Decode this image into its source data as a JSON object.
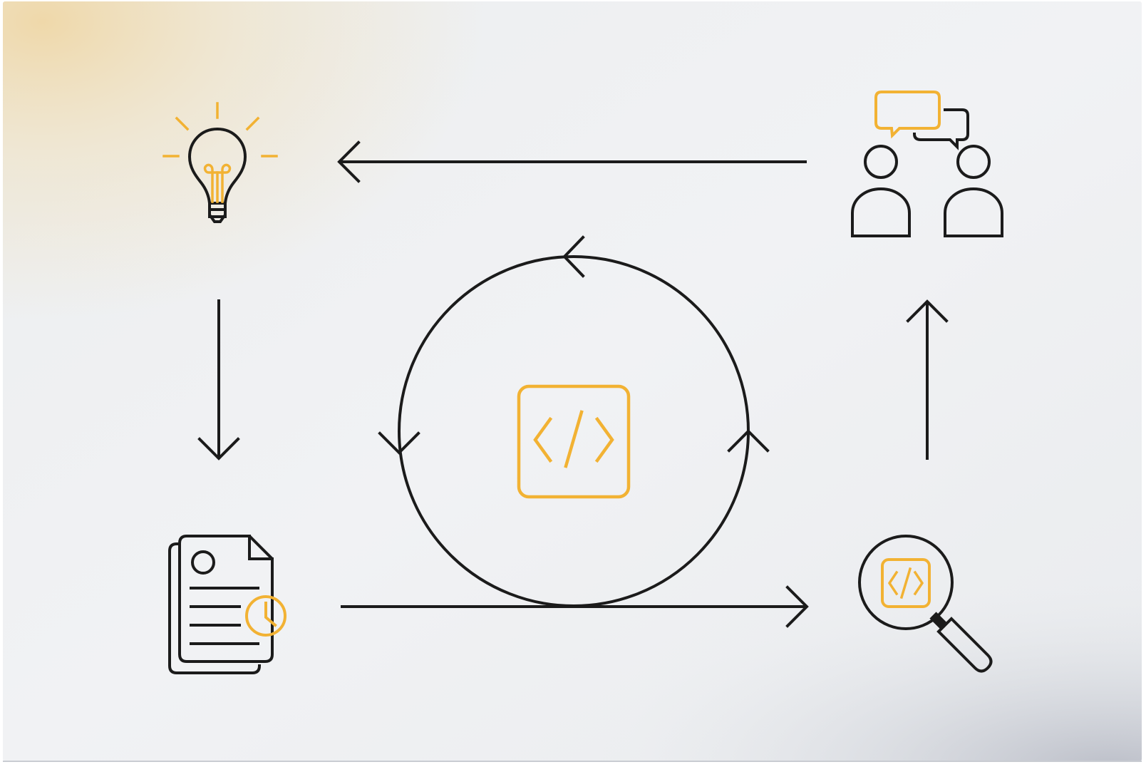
{
  "colors": {
    "stroke": "#1b1b1b",
    "accent": "#f2b233",
    "background": "#eceef0",
    "glow": "#efd7a6",
    "shadow": "#c7cad2"
  },
  "nodes": [
    {
      "id": "idea",
      "icon": "lightbulb-icon"
    },
    {
      "id": "collaborate",
      "icon": "people-chat-icon"
    },
    {
      "id": "plan",
      "icon": "document-clock-icon"
    },
    {
      "id": "review",
      "icon": "code-search-icon"
    },
    {
      "id": "develop",
      "icon": "code-icon"
    }
  ],
  "edges": [
    {
      "from": "idea",
      "to": "plan"
    },
    {
      "from": "plan",
      "to": "review"
    },
    {
      "from": "review",
      "to": "collaborate"
    },
    {
      "from": "collaborate",
      "to": "idea"
    }
  ],
  "center_cycle": {
    "direction": "counterclockwise",
    "arrowheads": 3
  }
}
